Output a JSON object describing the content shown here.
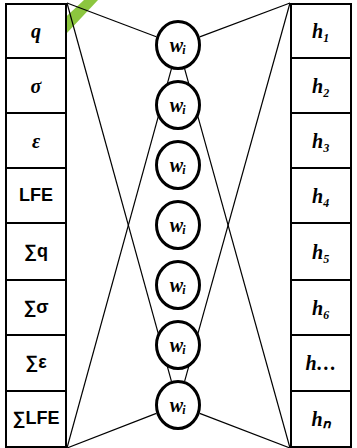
{
  "diagram": {
    "nodes": [
      {
        "text": [
          "q"
        ]
      },
      {
        "text": [
          "σ"
        ]
      },
      {
        "text": [
          "ε"
        ]
      },
      {
        "text": [
          "LFE"
        ]
      },
      {
        "text": [
          "∑q"
        ]
      },
      {
        "text": [
          "∑σ"
        ]
      },
      {
        "text": [
          "∑ε"
        ]
      },
      {
        "text": [
          "∑LFE"
        ]
      },
      {
        "text": [
          "wᵢ"
        ]
      },
      {
        "text": [
          "wᵢ"
        ]
      },
      {
        "text": [
          "wᵢ"
        ]
      },
      {
        "text": [
          "wᵢ"
        ]
      },
      {
        "text": [
          "wᵢ"
        ]
      },
      {
        "text": [
          "wᵢ"
        ]
      },
      {
        "text": [
          "wᵢ"
        ]
      },
      {
        "text": [
          "h₁"
        ]
      },
      {
        "text": [
          "h₂"
        ]
      },
      {
        "text": [
          "h₃"
        ]
      },
      {
        "text": [
          "h₄"
        ]
      },
      {
        "text": [
          "h₅"
        ]
      },
      {
        "text": [
          "h₆"
        ]
      },
      {
        "text": [
          "h…"
        ]
      },
      {
        "text": [
          "hₙ"
        ]
      }
    ],
    "edges": [
      {
        "from": 0,
        "to": 8,
        "arrow": "none"
      },
      {
        "from": 0,
        "to": 14,
        "arrow": "none"
      },
      {
        "from": 7,
        "to": 8,
        "arrow": "none"
      },
      {
        "from": 7,
        "to": 14,
        "arrow": "none"
      },
      {
        "from": 8,
        "to": 15,
        "arrow": "none"
      },
      {
        "from": 14,
        "to": 15,
        "arrow": "none"
      },
      {
        "from": 8,
        "to": 22,
        "arrow": "none"
      },
      {
        "from": 14,
        "to": 22,
        "arrow": "none"
      }
    ]
  }
}
